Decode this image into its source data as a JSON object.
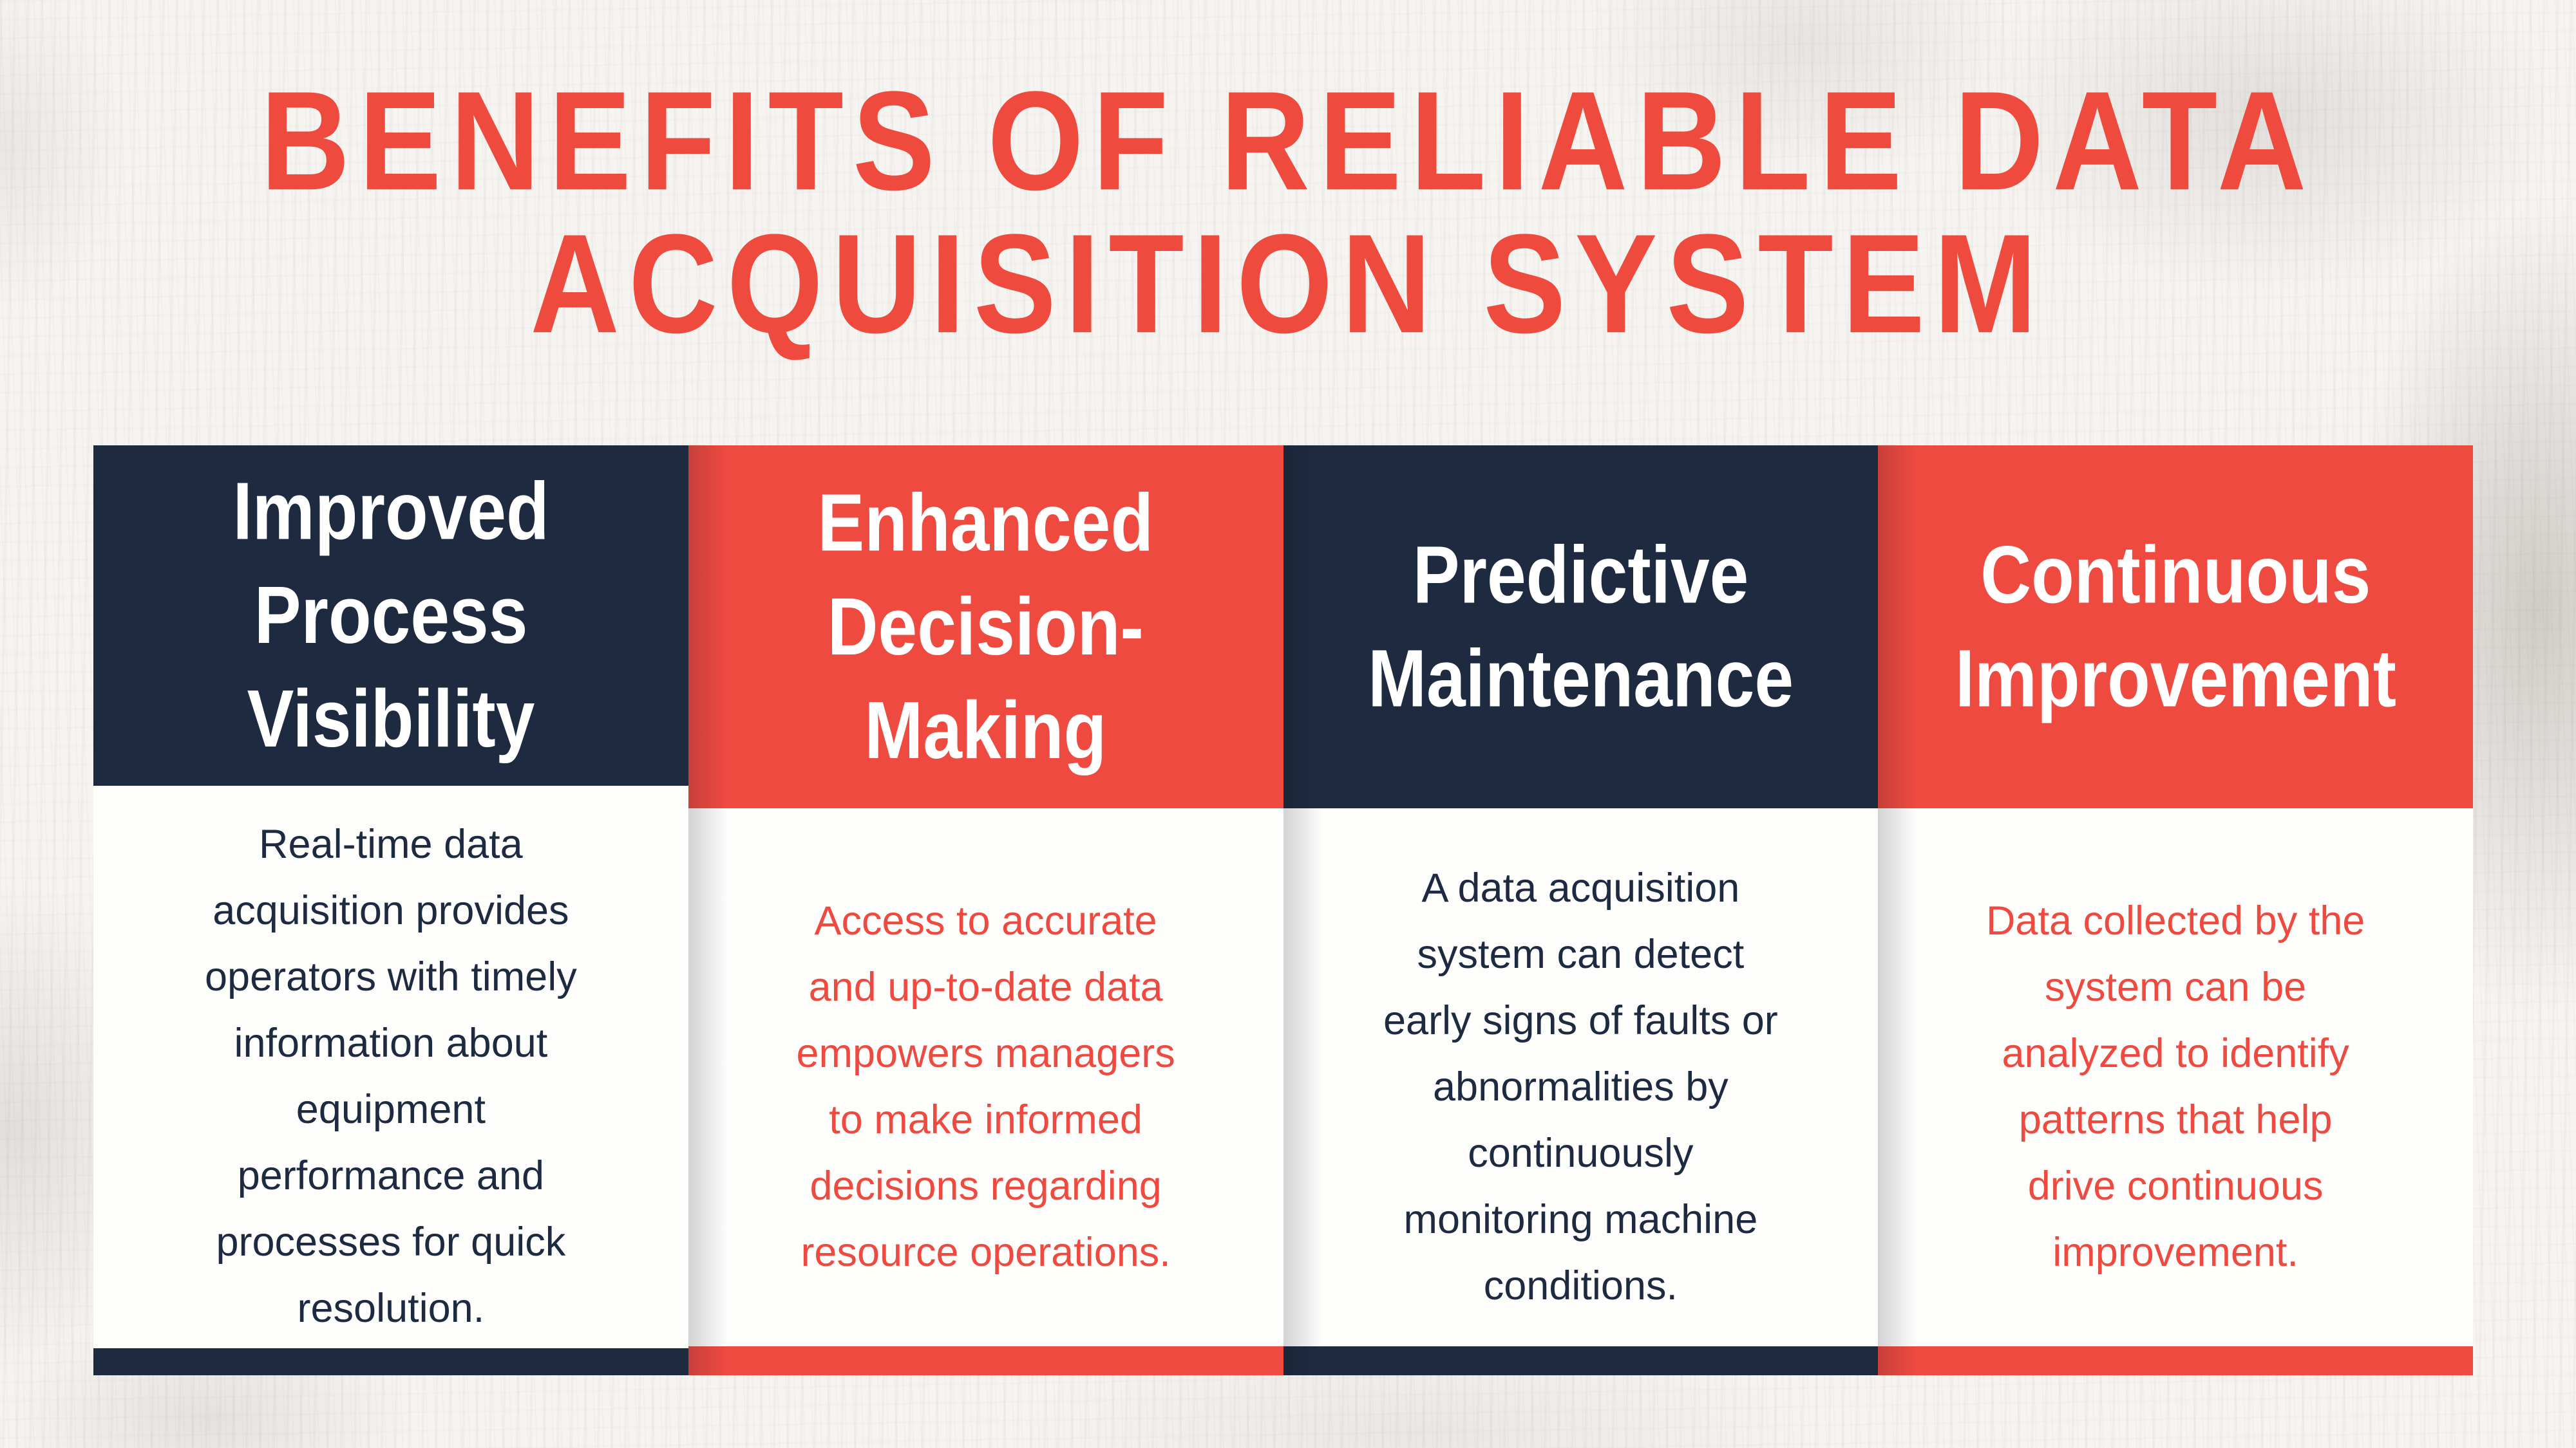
{
  "poster": {
    "title_line1": "BENEFITS OF RELIABLE DATA",
    "title_line2": "ACQUISITION SYSTEM",
    "colors": {
      "title_red": "#ee4a3d",
      "navy": "#1e2a40",
      "red": "#ee4a40",
      "background": "#f6f4f1",
      "card_body": "#fdfdfc"
    }
  },
  "cards": [
    {
      "theme": "navy",
      "accent": "#1e2a40",
      "title": "Improved Process Visibility",
      "header_lines": [
        "Improved",
        "Process",
        "Visibility"
      ],
      "body": "Real-time data\nacquisition provides\noperators with timely\ninformation about\nequipment\nperformance and\nprocesses for quick\nresolution."
    },
    {
      "theme": "red",
      "accent": "#ee4a40",
      "title": "Enhanced Decision-Making",
      "header_lines": [
        "Enhanced",
        "Decision-",
        "Making"
      ],
      "body": "Access to accurate\nand up-to-date data\nempowers managers\nto make informed\ndecisions regarding\nresource operations."
    },
    {
      "theme": "navy",
      "accent": "#1e2a40",
      "title": "Predictive Maintenance",
      "header_lines": [
        "Predictive",
        "Maintenance"
      ],
      "body": "A data acquisition\nsystem can detect\nearly signs of faults or\nabnormalities by\ncontinuously\nmonitoring machine\nconditions."
    },
    {
      "theme": "red",
      "accent": "#ee4a40",
      "title": "Continuous Improvement",
      "header_lines": [
        "Continuous",
        "Improvement"
      ],
      "body": "Data collected by the\nsystem can be\nanalyzed to identify\npatterns that help\ndrive continuous\nimprovement."
    }
  ]
}
